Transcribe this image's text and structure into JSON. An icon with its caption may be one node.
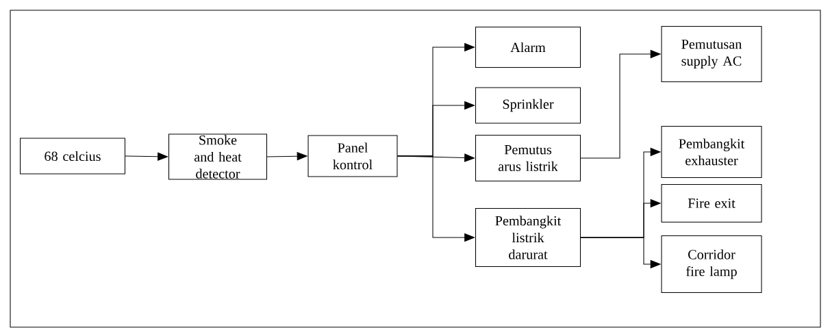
{
  "diagram": {
    "nodes": [
      {
        "text": [
          "68 celcius"
        ]
      },
      {
        "text": [
          "Smoke and heat detector"
        ]
      },
      {
        "text": [
          "Panel kontrol"
        ]
      },
      {
        "text": [
          "Alarm"
        ]
      },
      {
        "text": [
          "Sprinkler"
        ]
      },
      {
        "text": [
          "Pemutus arus listrik"
        ]
      },
      {
        "text": [
          "Pembangkit listrik darurat"
        ]
      },
      {
        "text": [
          "Pemutusan supply AC"
        ]
      },
      {
        "text": [
          "Pembangkit exhauster"
        ]
      },
      {
        "text": [
          "Fire exit"
        ]
      },
      {
        "text": [
          "Corridor fire lamp"
        ]
      }
    ],
    "edges": [
      {
        "from": 0,
        "to": 1,
        "arrow": "to"
      },
      {
        "from": 1,
        "to": 2,
        "arrow": "to"
      },
      {
        "from": 2,
        "to": 3,
        "arrow": "to"
      },
      {
        "from": 2,
        "to": 4,
        "arrow": "to"
      },
      {
        "from": 2,
        "to": 5,
        "arrow": "to"
      },
      {
        "from": 2,
        "to": 6,
        "arrow": "to"
      },
      {
        "from": 5,
        "to": 7,
        "arrow": "to"
      },
      {
        "from": 6,
        "to": 8,
        "arrow": "to"
      },
      {
        "from": 6,
        "to": 9,
        "arrow": "to"
      },
      {
        "from": 6,
        "to": 10,
        "arrow": "to"
      }
    ]
  }
}
